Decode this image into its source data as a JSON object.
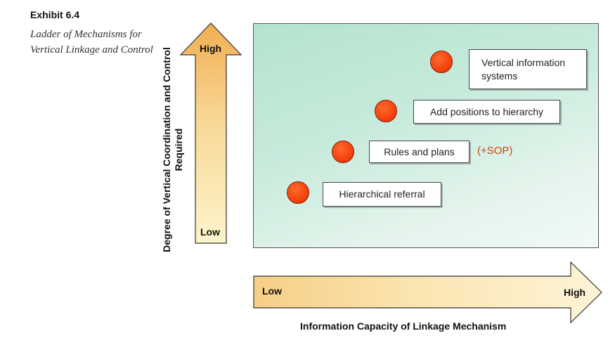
{
  "exhibit": {
    "number": "Exhibit 6.4",
    "title": "Ladder of Mechanisms for Vertical Linkage and Control"
  },
  "vertical_axis": {
    "title": "Degree of Vertical Coordination and Control Required",
    "high_label": "High",
    "low_label": "Low"
  },
  "horizontal_axis": {
    "title": "Information Capacity of Linkage Mechanism",
    "low_label": "Low",
    "high_label": "High"
  },
  "mechanisms": [
    {
      "label": "Hierarchical referral"
    },
    {
      "label": "Rules and plans",
      "note": "(+SOP)"
    },
    {
      "label": "Add positions to hierarchy"
    },
    {
      "label": "Vertical information systems"
    }
  ],
  "colors": {
    "panel": "#c6eadb",
    "dot": "#f03c0a",
    "arrow_light": "#fdf4cc",
    "arrow_dark": "#f3b85c",
    "note": "#c84a12"
  }
}
